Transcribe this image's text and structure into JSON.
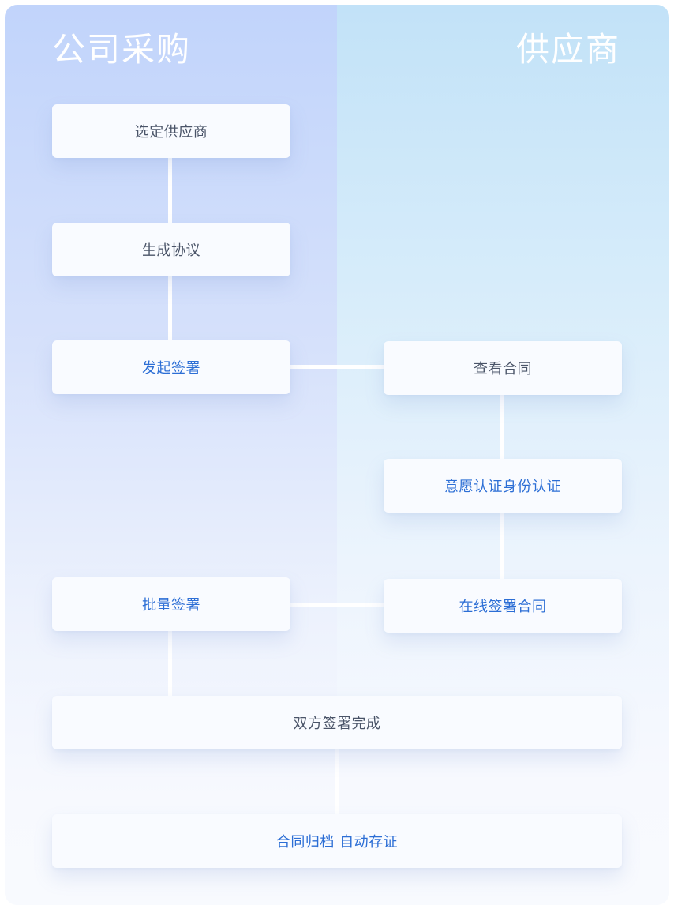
{
  "lanes": {
    "left_title": "公司采购",
    "right_title": "供应商"
  },
  "nodes": {
    "select_supplier": "选定供应商",
    "generate_agreement": "生成协议",
    "initiate_signing": "发起签署",
    "view_contract": "查看合同",
    "identity_verification": "意愿认证身份认证",
    "sign_online": "在线签署合同",
    "batch_signing": "批量签署",
    "both_signed": "双方签署完成",
    "archive": "合同归档 自动存证"
  },
  "colors": {
    "left_lane_top": "#c1d4fb",
    "right_lane_top": "#c2e2f8",
    "node_bg": "#f9fbff",
    "text_default": "#4a5468",
    "text_accent": "#2c6ed5"
  }
}
